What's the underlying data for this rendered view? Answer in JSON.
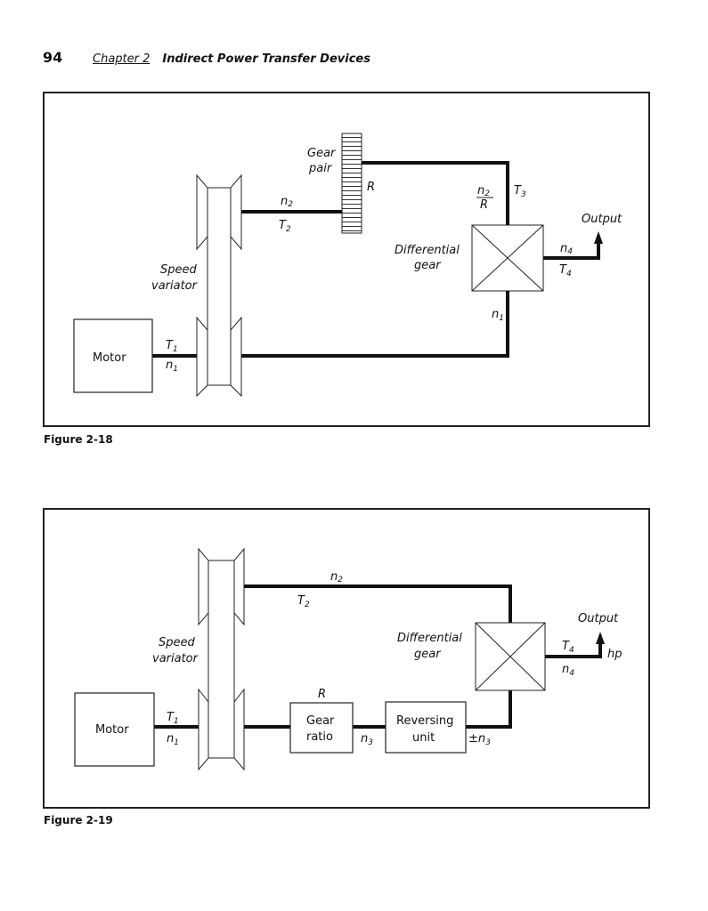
{
  "header": {
    "page_number": "94",
    "chapter_label": "Chapter 2",
    "chapter_title": "Indirect Power Transfer Devices"
  },
  "figures": [
    {
      "caption": "Figure 2-18",
      "labels": {
        "motor": "Motor",
        "speed_variator_line1": "Speed",
        "speed_variator_line2": "variator",
        "gear_pair_line1": "Gear",
        "gear_pair_line2": "pair",
        "gear_ratio_symbol": "R",
        "n2": "n",
        "n2_sub": "2",
        "t2": "T",
        "t2_sub": "2",
        "t1": "T",
        "t1_sub": "1",
        "n1_motor": "n",
        "n1_motor_sub": "1",
        "fraction_num": "n",
        "fraction_num_sub": "2",
        "fraction_den": "R",
        "t3": "T",
        "t3_sub": "3",
        "differential_line1": "Differential",
        "differential_line2": "gear",
        "n4": "n",
        "n4_sub": "4",
        "t4": "T",
        "t4_sub": "4",
        "output": "Output",
        "n1_diff": "n",
        "n1_diff_sub": "1"
      }
    },
    {
      "caption": "Figure 2-19",
      "labels": {
        "motor": "Motor",
        "speed_variator_line1": "Speed",
        "speed_variator_line2": "variator",
        "n2": "n",
        "n2_sub": "2",
        "t2": "T",
        "t2_sub": "2",
        "t1": "T",
        "t1_sub": "1",
        "n1": "n",
        "n1_sub": "1",
        "gear_ratio_symbol": "R",
        "gear_ratio_line1": "Gear",
        "gear_ratio_line2": "ratio",
        "n3": "n",
        "n3_sub": "3",
        "reversing_line1": "Reversing",
        "reversing_line2": "unit",
        "pm_n3": "±n",
        "pm_n3_sub": "3",
        "differential_line1": "Differential",
        "differential_line2": "gear",
        "t4": "T",
        "t4_sub": "4",
        "n4": "n",
        "n4_sub": "4",
        "output": "Output",
        "hp": "hp"
      }
    }
  ]
}
